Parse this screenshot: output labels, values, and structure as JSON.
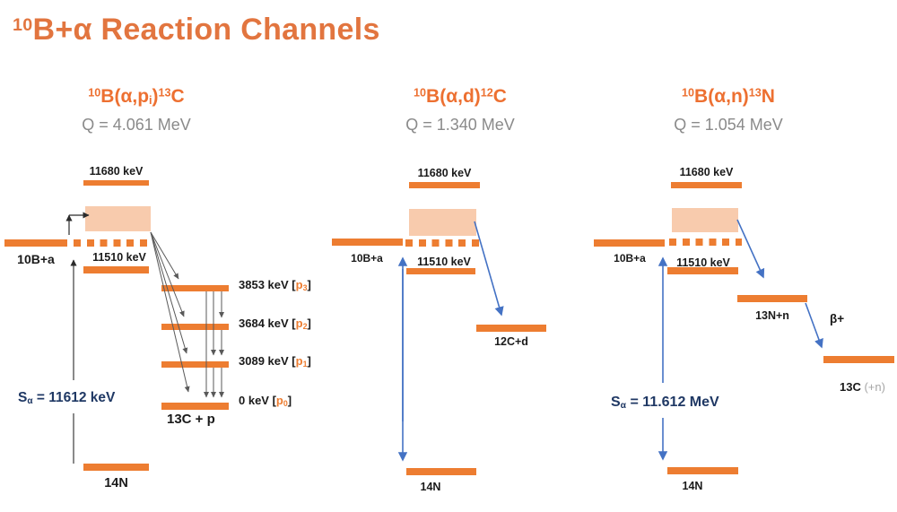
{
  "colors": {
    "accent_orange": "#ED7D31",
    "light_orange_band": "#F8CBAD",
    "arrow_blue": "#4472C4",
    "arrow_gray": "#595959",
    "gray_text": "#8A8A8A",
    "dark_navy_text": "#1F3864",
    "title_orange": "#E2753F"
  },
  "title": {
    "sup": "10",
    "text": "B+α Reaction Channels"
  },
  "panels": [
    {
      "header": {
        "sup1": "10",
        "seg1": "B(α,p",
        "sub1": "i",
        "seg2": ")",
        "sup2": "13",
        "seg3": "C"
      },
      "q_value": "Q = 4.061 MeV",
      "level_11680": "11680 keV",
      "level_11510": "11510 keV",
      "entrance_label": "10B+a",
      "s_alpha": {
        "pre": "S",
        "sub": "α",
        "post": " = 11612 keV"
      },
      "levels": [
        {
          "pre": "3853 keV [",
          "p": "p",
          "sub": "3",
          "post": "]"
        },
        {
          "pre": "3684 keV [",
          "p": "p",
          "sub": "2",
          "post": "]"
        },
        {
          "pre": "3089 keV [",
          "p": "p",
          "sub": "1",
          "post": "]"
        },
        {
          "pre": "0 keV [",
          "p": "p",
          "sub": "0",
          "post": "]"
        }
      ],
      "product_label": "13C + p",
      "ground_label": "14N"
    },
    {
      "header": {
        "sup1": "10",
        "seg1": "B(α,d",
        "seg2": ")",
        "sup2": "12",
        "seg3": "C"
      },
      "q_value": "Q = 1.340 MeV",
      "level_11680": "11680 keV",
      "level_11510": "11510 keV",
      "entrance_label": "10B+a",
      "product_label": "12C+d",
      "ground_label": "14N"
    },
    {
      "header": {
        "sup1": "10",
        "seg1": "B(α,n",
        "seg2": ")",
        "sup2": "13",
        "seg3": "N"
      },
      "q_value": "Q = 1.054 MeV",
      "level_11680": "11680 keV",
      "level_11510": "11510 keV",
      "entrance_label": "10B+a",
      "s_alpha": {
        "pre": "S",
        "sub": "α",
        "post": " = 11.612 MeV"
      },
      "product_label": "13N+n",
      "beta_label": "β+",
      "final_label": {
        "main": "13C",
        "suffix": " (+n)"
      },
      "ground_label": "14N"
    }
  ]
}
